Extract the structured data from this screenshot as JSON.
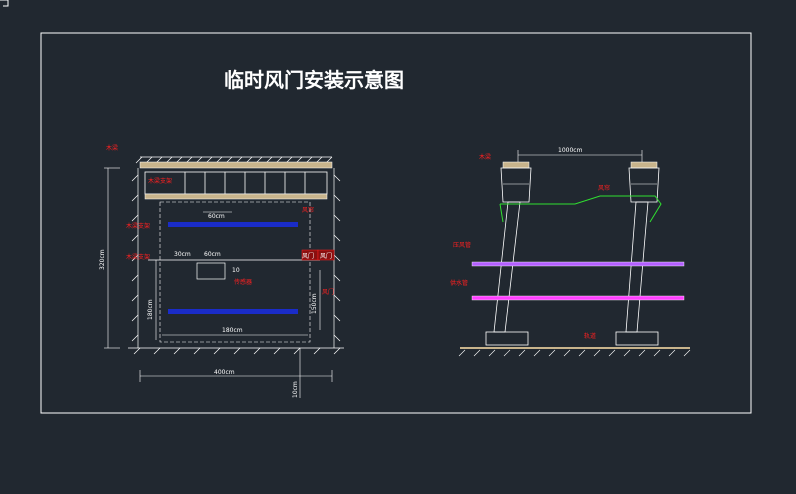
{
  "title": "临时风门安装示意图",
  "colors": {
    "background": "#212830",
    "line": "#ffffff",
    "label": "#ff2020",
    "wood": "#c8b48c",
    "blue": "#1a2cc8",
    "purple": "#b460ff",
    "magenta": "#ff40ff",
    "green": "#30e030"
  },
  "left_view": {
    "labels": {
      "top_wood": "木梁",
      "upper_beam": "木梁支架",
      "upper_right": "风帘",
      "left_mid": "木梁支架",
      "left_lower": "木梁支架",
      "right_mid_1": "风门",
      "right_mid_2": "风门",
      "center_mid": "传感器",
      "right_lower": "风门"
    },
    "dimensions": {
      "top_small": "60cm",
      "mid_left": "30cm",
      "mid_right": "60cm",
      "mid_vertical": "10",
      "height_total": "320cm",
      "height_lower": "180cm",
      "height_right": "150cm",
      "width_inner": "180cm",
      "width_total": "400cm",
      "bottom_small": "10cm"
    }
  },
  "right_view": {
    "labels": {
      "top_wood": "木梁",
      "rope": "风帘",
      "pipe_1": "压风管",
      "pipe_2": "供水管",
      "rail": "轨道"
    },
    "dimensions": {
      "span": "1000cm"
    }
  }
}
